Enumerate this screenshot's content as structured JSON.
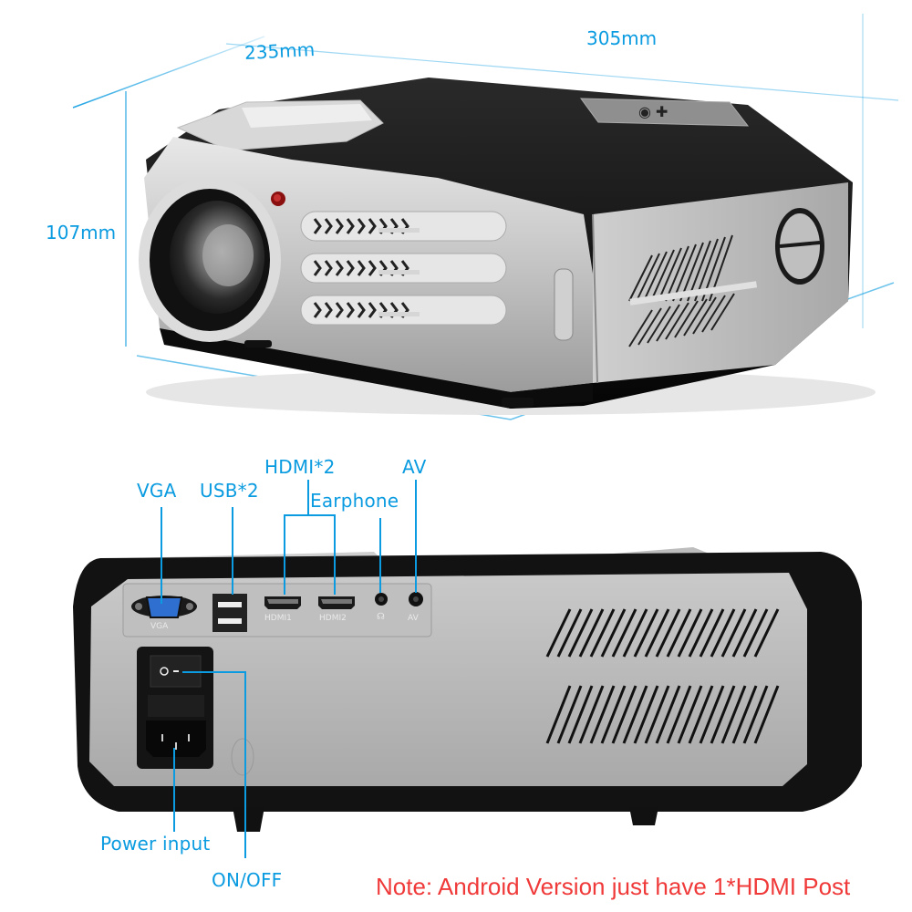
{
  "dimensions": {
    "depth": "235mm",
    "width": "305mm",
    "height": "107mm"
  },
  "ports": {
    "vga": "VGA",
    "usb": "USB*2",
    "hdmi": "HDMI*2",
    "earphone": "Earphone",
    "av": "AV",
    "power_input": "Power input",
    "on_off": "ON/OFF"
  },
  "panel_labels": {
    "vga": "VGA",
    "hdmi1": "HDMI1",
    "hdmi2": "HDMI2",
    "earphone_icon": "headphone-icon",
    "av": "AV"
  },
  "note": "Note: Android Version just have 1*HDMI Post",
  "colors": {
    "label_blue": "#0a9be0",
    "note_red": "#f03a3a",
    "body_black": "#111111",
    "body_silver": "#b9b9b9"
  }
}
